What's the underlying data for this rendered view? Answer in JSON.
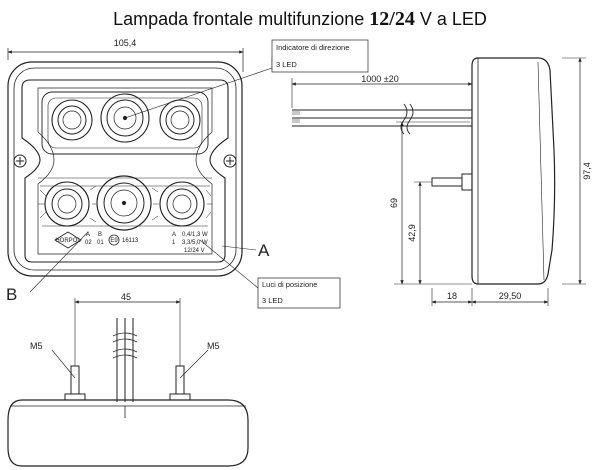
{
  "title": {
    "text_before": "Lampada frontale multifunzione",
    "voltage": "12/24",
    "text_after": "V a LED"
  },
  "front_view": {
    "width_dimension": "105,4",
    "label_a": "A",
    "label_b": "B",
    "marking_row1": "A",
    "marking_row2": "02",
    "marking_e": "E9",
    "marking_code": "16113",
    "marking_b": "B",
    "marking_b_num": "01",
    "marking_brand": "HORPOL",
    "rating_a": "A",
    "rating_1": "1",
    "rating_w1": "0,4/1,3 W",
    "rating_w2": "3,3/5,0 W",
    "rating_v": "12/24 V"
  },
  "callouts": {
    "direction_title": "Indicatore di direzione",
    "direction_leds": "3 LED",
    "position_title": "Luci di posizione",
    "position_leds": "3 LED"
  },
  "side_view": {
    "cable_length": "1000 ±20",
    "height": "97,4",
    "cable_height": "69",
    "bolt_height": "42,9",
    "depth_bolt": "18",
    "depth_body": "29,50"
  },
  "top_view": {
    "bolt_spacing": "45",
    "bolt_left": "M5",
    "bolt_right": "M5"
  }
}
